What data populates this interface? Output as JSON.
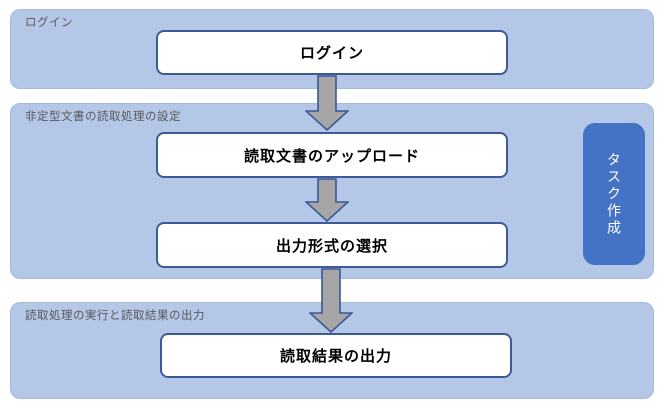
{
  "diagram": {
    "sections": [
      {
        "title": "ログイン",
        "steps": [
          {
            "label": "ログイン"
          }
        ]
      },
      {
        "title": "非定型文書の読取処理の設定",
        "steps": [
          {
            "label": "読取文書のアップロード"
          },
          {
            "label": "出力形式の選択"
          }
        ]
      },
      {
        "title": "読取処理の実行と読取結果の出力",
        "steps": [
          {
            "label": "読取結果の出力"
          }
        ]
      }
    ],
    "side_label": "タスク作成",
    "colors": {
      "section_bg": "#B4C7E7",
      "section_border": "#A5BADF",
      "box_bg": "#FFFFFF",
      "box_border": "#3C5A96",
      "box_text": "#000000",
      "label_text": "#595959",
      "arrow_fill": "#A6A6A6",
      "arrow_border": "#3A5795",
      "task_bg": "#4472C4",
      "task_text": "#FFFFFF"
    }
  }
}
